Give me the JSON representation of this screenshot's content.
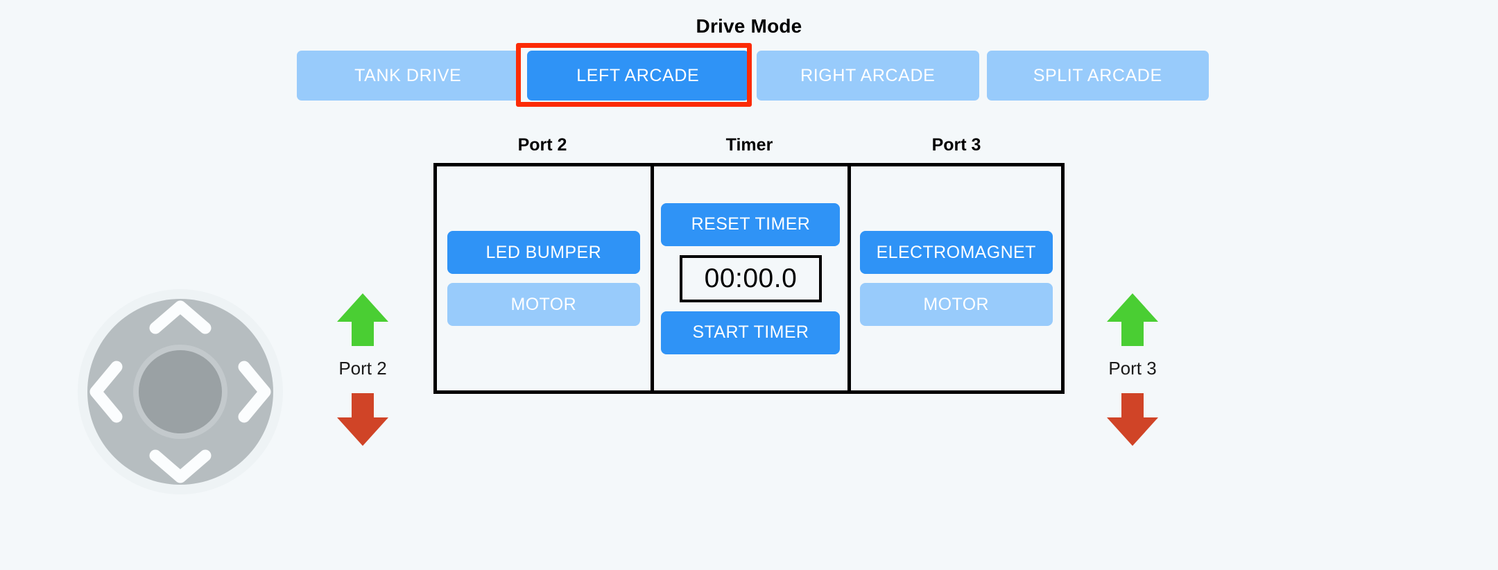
{
  "header": {
    "title": "Drive Mode"
  },
  "drive_modes": {
    "selected": "LEFT ARCADE",
    "options": [
      {
        "label": "TANK DRIVE",
        "active": false
      },
      {
        "label": "LEFT ARCADE",
        "active": true
      },
      {
        "label": "RIGHT ARCADE",
        "active": false
      },
      {
        "label": "SPLIT ARCADE",
        "active": false
      }
    ]
  },
  "panels": {
    "port2": {
      "heading": "Port 2",
      "buttons": [
        {
          "label": "LED BUMPER",
          "style": "primary"
        },
        {
          "label": "MOTOR",
          "style": "secondary"
        }
      ]
    },
    "timer": {
      "heading": "Timer",
      "reset_label": "RESET TIMER",
      "display": "00:00.0",
      "start_label": "START TIMER"
    },
    "port3": {
      "heading": "Port 3",
      "buttons": [
        {
          "label": "ELECTROMAGNET",
          "style": "primary"
        },
        {
          "label": "MOTOR",
          "style": "secondary"
        }
      ]
    }
  },
  "port_controls": [
    {
      "label": "Port 2",
      "up_icon": "arrow-up-icon",
      "down_icon": "arrow-down-icon"
    },
    {
      "label": "Port 3",
      "up_icon": "arrow-up-icon",
      "down_icon": "arrow-down-icon"
    }
  ],
  "dpad": {
    "icon": "dpad-icon",
    "directions": [
      "up",
      "left",
      "right",
      "down"
    ]
  },
  "colors": {
    "background": "#f4f8fa",
    "accent_active": "#2f93f6",
    "accent_inactive": "#98cbfb",
    "highlight": "#fc2b06",
    "arrow_up": "#4ace33",
    "arrow_down": "#d04427",
    "panel_border": "#000000",
    "dpad_disc": "#b6bdc0",
    "dpad_center": "#9aa1a4",
    "dpad_ring": "#edf2f4"
  }
}
